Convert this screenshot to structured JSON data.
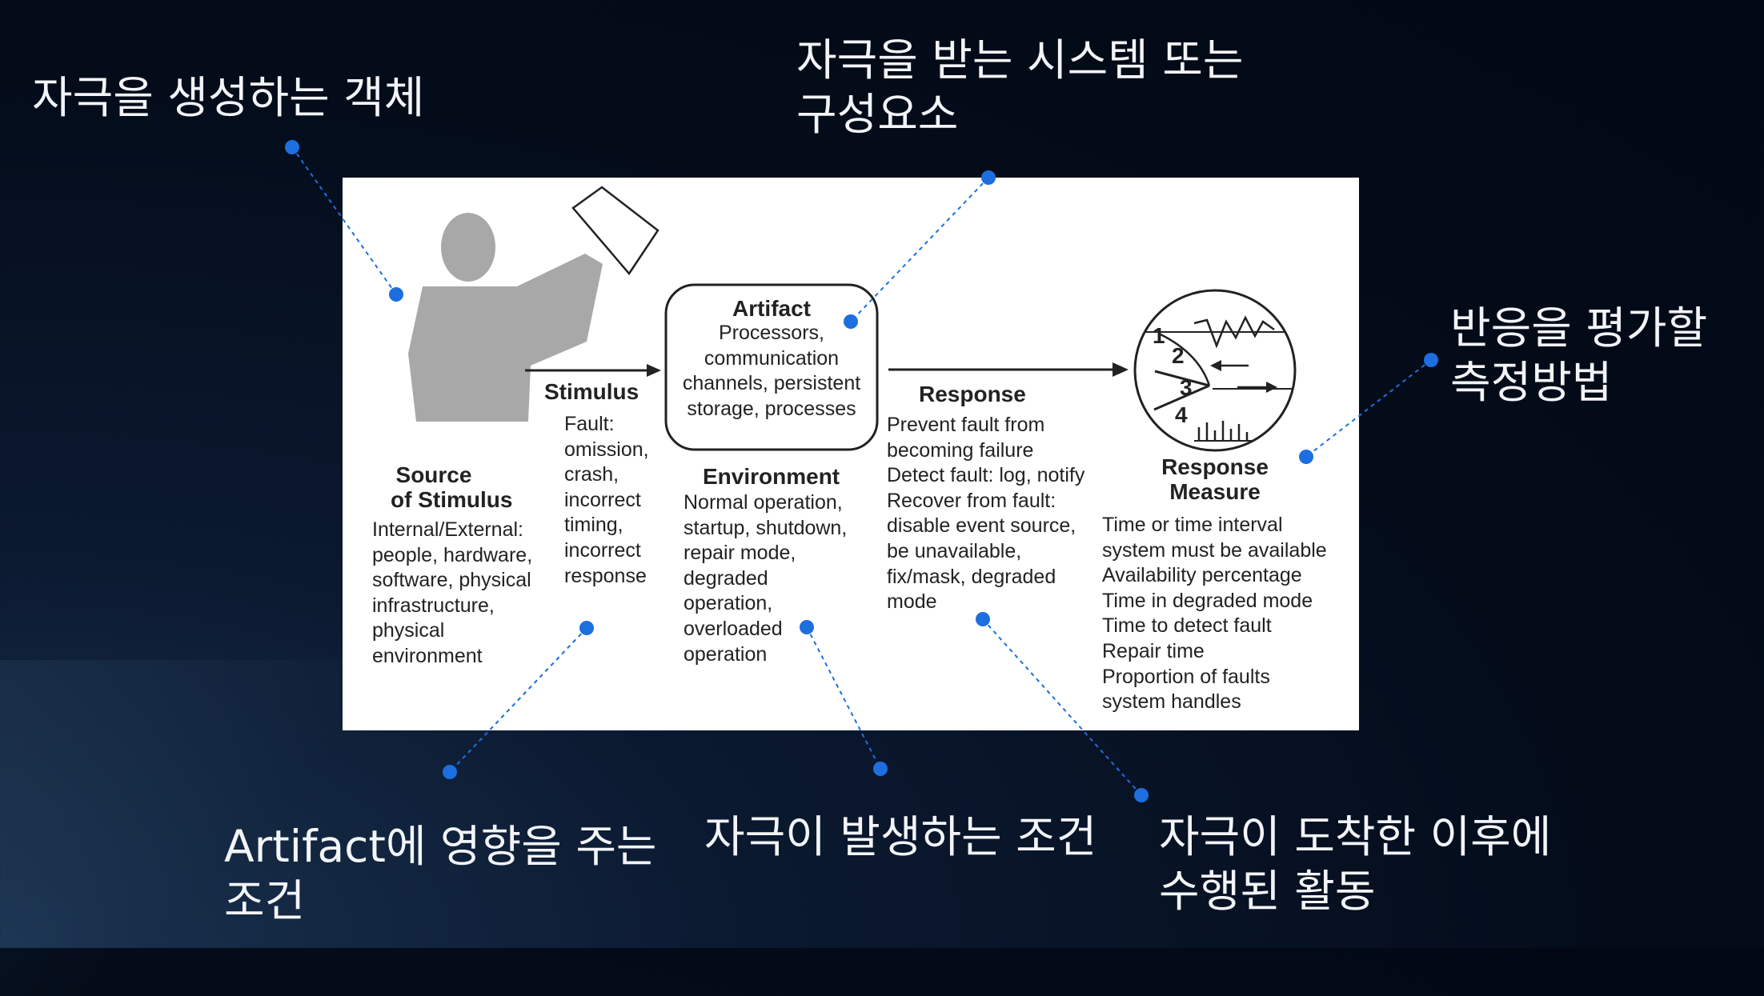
{
  "callouts": {
    "source": "자극을 생성하는 객체",
    "artifact": [
      "자극을 받는 시스템 또는",
      "구성요소"
    ],
    "measure": [
      "반응을 평가할",
      "측정방법"
    ],
    "stimulus": [
      "Artifact에 영향을 주는",
      "조건"
    ],
    "environment": "자극이 발생하는 조건",
    "response": [
      "자극이 도착한 이후에",
      "수행된 활동"
    ]
  },
  "diagram": {
    "source": {
      "title": [
        "Source",
        "of Stimulus"
      ],
      "lines": [
        "Internal/External:",
        "people, hardware,",
        "software, physical",
        "infrastructure,",
        "physical",
        "environment"
      ]
    },
    "stimulus": {
      "title": "Stimulus",
      "lines": [
        "Fault:",
        "omission,",
        "crash,",
        "incorrect",
        "timing,",
        "incorrect",
        "response"
      ]
    },
    "artifact": {
      "title": "Artifact",
      "lines": [
        "Processors,",
        "communication",
        "channels, persistent",
        "storage, processes"
      ]
    },
    "environment": {
      "title": "Environment",
      "lines": [
        "Normal operation,",
        "startup, shutdown,",
        "repair mode,",
        "degraded",
        "operation,",
        "overloaded",
        "operation"
      ]
    },
    "response": {
      "title": "Response",
      "lines": [
        "Prevent fault from",
        "becoming failure",
        "Detect fault: log, notify",
        "Recover from fault:",
        "disable event source,",
        "be unavailable,",
        "fix/mask, degraded",
        "mode"
      ]
    },
    "measure": {
      "title": [
        "Response",
        "Measure"
      ],
      "lines": [
        "Time or time interval",
        "system must be available",
        "Availability percentage",
        "Time in degraded mode",
        "Time to detect fault",
        "Repair time",
        "Proportion of faults",
        "system handles"
      ]
    },
    "gauge_numbers": [
      "1",
      "2",
      "3",
      "4"
    ]
  },
  "colors": {
    "background": "#040c1a",
    "accent": "#1d6fe0",
    "callout_text": "#f2f4f8",
    "figure": "#a8a8a8"
  }
}
